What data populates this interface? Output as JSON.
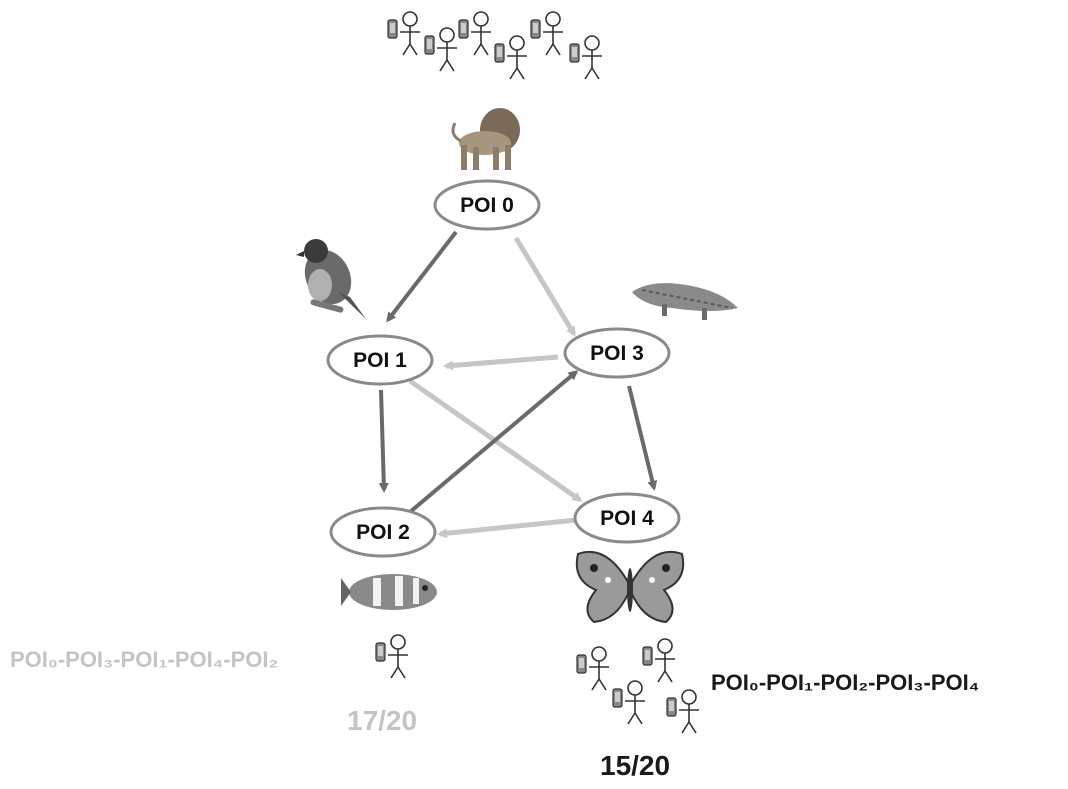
{
  "nodes": [
    {
      "id": "poi0",
      "label": "POI 0"
    },
    {
      "id": "poi1",
      "label": "POI 1"
    },
    {
      "id": "poi2",
      "label": "POI 2"
    },
    {
      "id": "poi3",
      "label": "POI 3"
    },
    {
      "id": "poi4",
      "label": "POI 4"
    }
  ],
  "edges": [
    {
      "from": "POI 0",
      "to": "POI 1",
      "tone": "dark"
    },
    {
      "from": "POI 1",
      "to": "POI 2",
      "tone": "dark"
    },
    {
      "from": "POI 2",
      "to": "POI 3",
      "tone": "dark"
    },
    {
      "from": "POI 3",
      "to": "POI 4",
      "tone": "dark"
    },
    {
      "from": "POI 0",
      "to": "POI 3",
      "tone": "light"
    },
    {
      "from": "POI 3",
      "to": "POI 1",
      "tone": "light"
    },
    {
      "from": "POI 1",
      "to": "POI 4",
      "tone": "light"
    },
    {
      "from": "POI 4",
      "to": "POI 2",
      "tone": "light"
    }
  ],
  "animals": {
    "poi0": "lion-icon",
    "poi1": "bird-icon",
    "poi2": "fish-icon",
    "poi3": "crocodile-icon",
    "poi4": "butterfly-icon"
  },
  "paths": {
    "light": {
      "label": "POI₀-POI₃-POI₁-POI₄-POI₂",
      "score": "17/20"
    },
    "dark": {
      "label": "POI₀-POI₁-POI₂-POI₃-POI₄",
      "score": "15/20"
    }
  },
  "colors": {
    "dark_edge": "#6a6a6a",
    "light_edge": "#c6c6c6",
    "node_border": "#8a8a8a"
  }
}
